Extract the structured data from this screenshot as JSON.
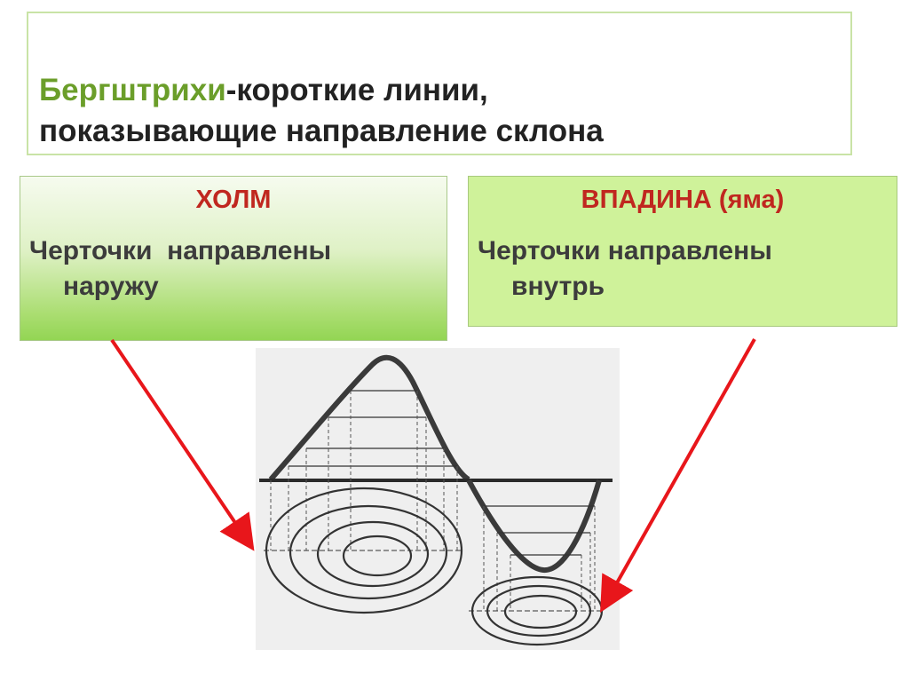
{
  "title": {
    "term": "Бергштрихи",
    "rest_line1": "-короткие линии,",
    "line2": "показывающие направление склона"
  },
  "hill_card": {
    "heading": "ХОЛМ",
    "text_line1": "Черточки  направлены",
    "text_line2": "наружу"
  },
  "hollow_card": {
    "heading": "ВПАДИНА (яма)",
    "text_line1": "Черточки направлены",
    "text_line2": "внутрь"
  },
  "colors": {
    "term": "#6b9e2a",
    "heading": "#c0271f",
    "arrow": "#e8161b"
  }
}
